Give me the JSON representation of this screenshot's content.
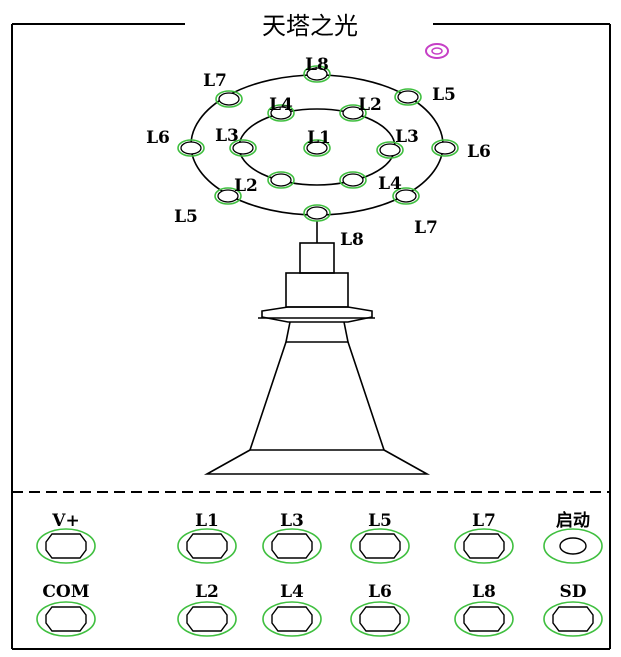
{
  "title": "天塔之光",
  "colors": {
    "line": "#000000",
    "lamp_ring": "#3fbf3f",
    "indicator": "#c63fc6",
    "background": "#ffffff"
  },
  "tower": {
    "indicator_icon": "light-indicator-icon",
    "lamps": [
      {
        "id": "L1",
        "label": "L1"
      },
      {
        "id": "L2-inner-upper",
        "label": "L2"
      },
      {
        "id": "L3-inner-right",
        "label": "L3"
      },
      {
        "id": "L4-inner-lower",
        "label": "L4"
      },
      {
        "id": "L2-inner-lower",
        "label": "L2"
      },
      {
        "id": "L3-inner-left",
        "label": "L3"
      },
      {
        "id": "L4-inner-upper",
        "label": "L4"
      },
      {
        "id": "L8-outer-top",
        "label": "L8"
      },
      {
        "id": "L5-outer-upper",
        "label": "L5"
      },
      {
        "id": "L6-outer-right",
        "label": "L6"
      },
      {
        "id": "L7-outer-lower",
        "label": "L7"
      },
      {
        "id": "L8-outer-bottom",
        "label": "L8"
      },
      {
        "id": "L5-outer-lower",
        "label": "L5"
      },
      {
        "id": "L6-outer-left",
        "label": "L6"
      },
      {
        "id": "L7-outer-upper",
        "label": "L7"
      }
    ]
  },
  "panel": {
    "top_row": [
      "V+",
      "L1",
      "L3",
      "L5",
      "L7",
      "启动"
    ],
    "bottom_row": [
      "COM",
      "L2",
      "L4",
      "L6",
      "L8",
      "SD"
    ]
  }
}
